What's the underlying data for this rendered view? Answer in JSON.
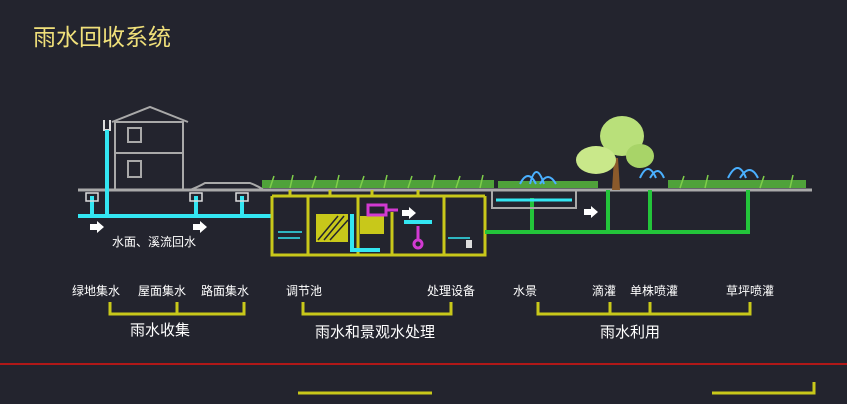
{
  "title": "雨水回收系统",
  "flow_label": "水面、溪流回水",
  "stages": [
    {
      "group": "雨水收集",
      "items": [
        "绿地集水",
        "屋面集水",
        "路面集水"
      ]
    },
    {
      "group": "雨水和景观水处理",
      "items": [
        "调节池",
        "处理设备"
      ]
    },
    {
      "group": "雨水利用",
      "items": [
        "水景",
        "滴灌",
        "单株喷灌",
        "草坪喷灌"
      ]
    }
  ],
  "colors": {
    "background": "#23242e",
    "title": "#f0e07a",
    "collection_pipe": "#33e6f2",
    "reuse_pipe": "#23c43a",
    "tank_outline": "#c8c81a",
    "bracket": "#c8c81a",
    "structure": "#a9a9a9",
    "divider": "#b01818",
    "pump": "#d23ad2"
  },
  "icons": [
    "house-icon",
    "tree-icon",
    "fountain-icon",
    "pump-icon",
    "flow-arrow-icon"
  ]
}
